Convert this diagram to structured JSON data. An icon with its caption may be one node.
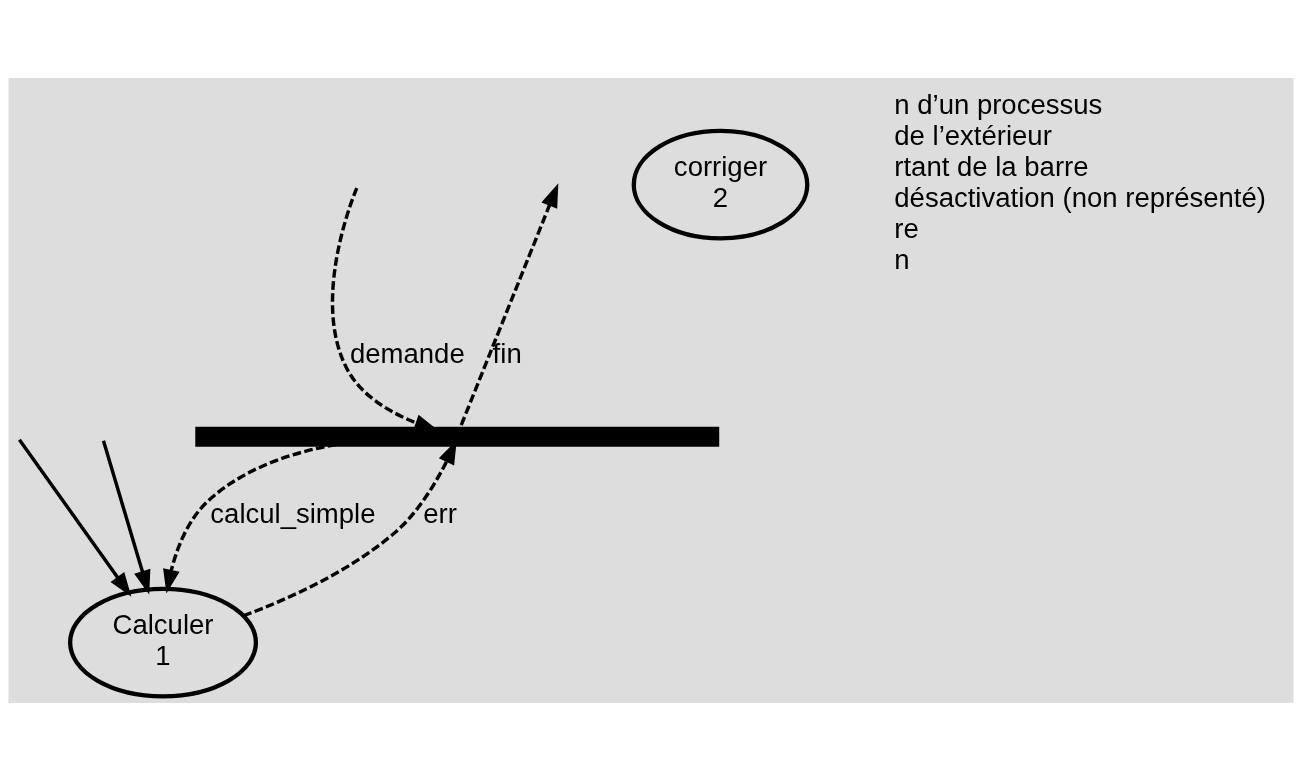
{
  "diagram": {
    "nodes": [
      {
        "text": [],
        "shape": "bar"
      },
      {
        "text": [
          "Calculer",
          "1"
        ]
      },
      {
        "text": [
          "corriger",
          "2"
        ]
      }
    ],
    "edges": [
      {
        "from": null,
        "to": 0,
        "arrow": "to",
        "label": "demande",
        "style": "dashed"
      },
      {
        "from": 0,
        "to": null,
        "arrow": "to",
        "label": "fin",
        "style": "dashed"
      },
      {
        "from": 1,
        "to": 0,
        "arrow": "to",
        "label": "err",
        "style": "dashed"
      },
      {
        "from": 0,
        "to": 1,
        "arrow": "to",
        "label": "calcul_simple",
        "style": "dashed"
      },
      {
        "from": null,
        "to": 1,
        "arrow": "to"
      },
      {
        "from": null,
        "to": 1,
        "arrow": "to"
      }
    ],
    "labels": [
      "n d’un processus",
      "de l’extérieur",
      "rtant de la barre",
      "désactivation (non représenté)",
      "re",
      "n"
    ]
  }
}
